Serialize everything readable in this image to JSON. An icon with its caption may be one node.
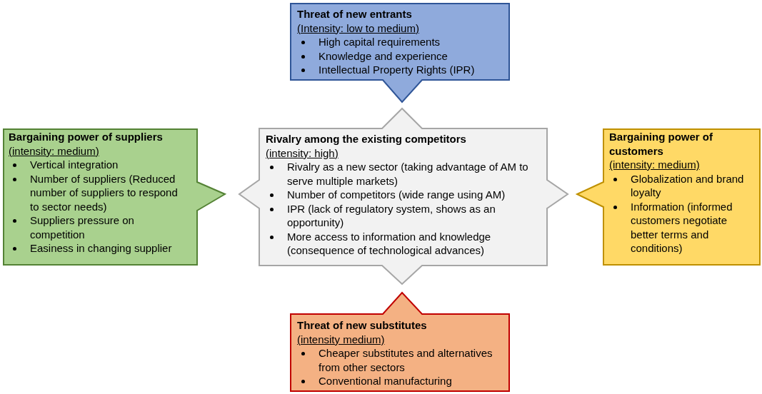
{
  "diagram": {
    "nodes": [
      {
        "text": [
          "Threat of new entrants",
          "(Intensity: low to medium)",
          "High capital requirements",
          "Knowledge and experience",
          "Intellectual Property Rights (IPR)"
        ]
      },
      {
        "text": [
          "Bargaining power of suppliers",
          "(intensity: medium)",
          "Vertical integration",
          "Number of suppliers (Reduced number of suppliers to respond to sector needs)",
          "Suppliers pressure on competition",
          "Easiness in changing supplier"
        ]
      },
      {
        "text": [
          "Rivalry among the existing competitors",
          "(intensity: high)",
          "Rivalry as a new sector (taking advantage of AM to serve multiple markets)",
          "Number of competitors (wide range using AM)",
          "IPR (lack of regulatory system, shows as an opportunity)",
          "More access to information and knowledge (consequence of technological advances)"
        ]
      },
      {
        "text": [
          "Bargaining power of customers",
          "(intensity: medium)",
          "Globalization and brand loyalty",
          "Information (informed customers negotiate better terms and conditions)"
        ]
      },
      {
        "text": [
          "Threat of new substitutes",
          "(intensity medium)",
          "Cheaper substitutes and alternatives from other sectors",
          "Conventional manufacturing"
        ]
      }
    ]
  }
}
